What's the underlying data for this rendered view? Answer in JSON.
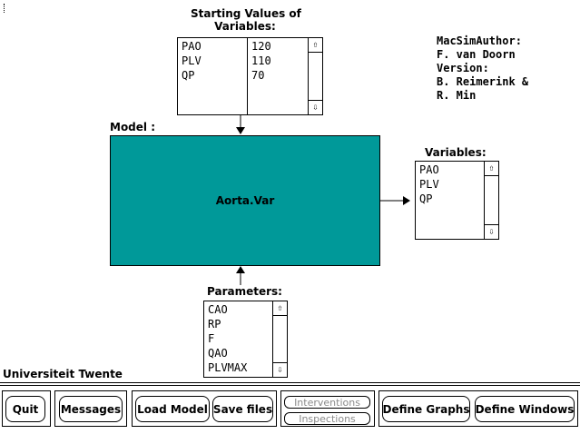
{
  "starting_values": {
    "title_line1": "Starting Values of",
    "title_line2": "Variables:",
    "rows": [
      {
        "name": "PAO",
        "value": "120"
      },
      {
        "name": "PLV",
        "value": "110"
      },
      {
        "name": "QP",
        "value": "70"
      }
    ]
  },
  "author": {
    "line1": "MacSimAuthor:",
    "line2": "F. van Doorn",
    "line3": "Version:",
    "line4": "B. Reimerink &",
    "line5": "R. Min"
  },
  "model": {
    "label": "Model :",
    "name": "Aorta.Var",
    "color": "#009999"
  },
  "variables": {
    "title": "Variables:",
    "items": [
      "PAO",
      "PLV",
      "QP"
    ]
  },
  "parameters": {
    "title": "Parameters:",
    "items": [
      "CAO",
      "RP",
      "F",
      "QAO",
      "PLVMAX"
    ]
  },
  "footer": {
    "institution": "Universiteit Twente"
  },
  "toolbar": {
    "quit": "Quit",
    "messages": "Messages",
    "load_model": "Load Model",
    "save_files": "Save files",
    "interventions": "Interventions",
    "inspections": "Inspections",
    "define_graphs": "Define Graphs",
    "define_windows": "Define Windows"
  },
  "icons": {
    "scroll_up": "scroll-up-arrow-icon",
    "scroll_down": "scroll-down-arrow-icon"
  }
}
